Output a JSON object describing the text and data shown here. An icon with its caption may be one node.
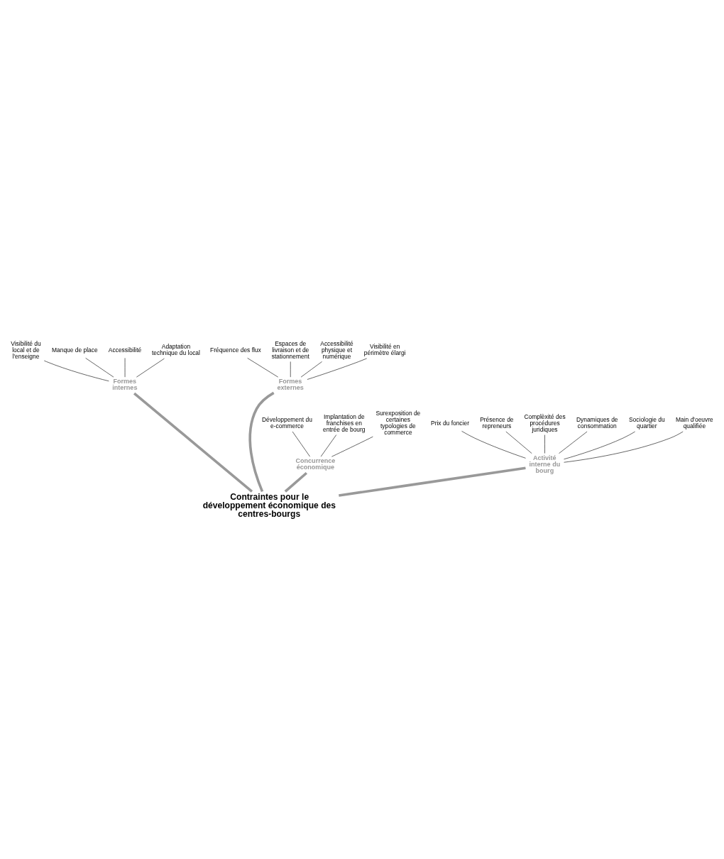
{
  "diagram": {
    "nodes": [
      {
        "text": [
          "Contraintes pour le développement économique des centres-bourgs"
        ]
      },
      {
        "text": [
          "Formes internes"
        ]
      },
      {
        "text": [
          "Formes externes"
        ]
      },
      {
        "text": [
          "Concurrence économique"
        ]
      },
      {
        "text": [
          "Activité interne du bourg"
        ]
      },
      {
        "text": [
          "Visibilité du local et de l'enseigne"
        ]
      },
      {
        "text": [
          "Manque de place"
        ]
      },
      {
        "text": [
          "Accessibilité"
        ]
      },
      {
        "text": [
          "Adaptation technique du local"
        ]
      },
      {
        "text": [
          "Fréquence des flux"
        ]
      },
      {
        "text": [
          "Espaces de livraison et de stationnement"
        ]
      },
      {
        "text": [
          "Accessibilité physique et numérique"
        ]
      },
      {
        "text": [
          "Visibilité en périmètre élargi"
        ]
      },
      {
        "text": [
          "Développement du e-commerce"
        ]
      },
      {
        "text": [
          "Implantation de franchises en entrée de bourg"
        ]
      },
      {
        "text": [
          "Surexposition de certaines typologies de commerce"
        ]
      },
      {
        "text": [
          "Prix du foncier"
        ]
      },
      {
        "text": [
          "Présence de repreneurs"
        ]
      },
      {
        "text": [
          "Complèxité des procédures juridiques"
        ]
      },
      {
        "text": [
          "Dynamiques de consommation"
        ]
      },
      {
        "text": [
          "Sociologie du quartier"
        ]
      },
      {
        "text": [
          "Main d'oeuvre qualifiée"
        ]
      }
    ],
    "edges": [
      {
        "from": 0,
        "to": 1,
        "arrow": "none",
        "style": "thick",
        "color": "#999999"
      },
      {
        "from": 0,
        "to": 2,
        "arrow": "none",
        "style": "thick",
        "color": "#999999"
      },
      {
        "from": 0,
        "to": 3,
        "arrow": "none",
        "style": "thick",
        "color": "#999999"
      },
      {
        "from": 0,
        "to": 4,
        "arrow": "none",
        "style": "thick",
        "color": "#999999"
      },
      {
        "from": 1,
        "to": 5,
        "arrow": "none"
      },
      {
        "from": 1,
        "to": 6,
        "arrow": "none"
      },
      {
        "from": 1,
        "to": 7,
        "arrow": "none"
      },
      {
        "from": 1,
        "to": 8,
        "arrow": "none"
      },
      {
        "from": 2,
        "to": 9,
        "arrow": "none"
      },
      {
        "from": 2,
        "to": 10,
        "arrow": "none"
      },
      {
        "from": 2,
        "to": 11,
        "arrow": "none"
      },
      {
        "from": 2,
        "to": 12,
        "arrow": "none"
      },
      {
        "from": 3,
        "to": 13,
        "arrow": "none"
      },
      {
        "from": 3,
        "to": 14,
        "arrow": "none"
      },
      {
        "from": 3,
        "to": 15,
        "arrow": "none"
      },
      {
        "from": 4,
        "to": 16,
        "arrow": "none"
      },
      {
        "from": 4,
        "to": 17,
        "arrow": "none"
      },
      {
        "from": 4,
        "to": 18,
        "arrow": "none"
      },
      {
        "from": 4,
        "to": 19,
        "arrow": "none"
      },
      {
        "from": 4,
        "to": 20,
        "arrow": "none"
      },
      {
        "from": 4,
        "to": 21,
        "arrow": "none"
      }
    ]
  }
}
